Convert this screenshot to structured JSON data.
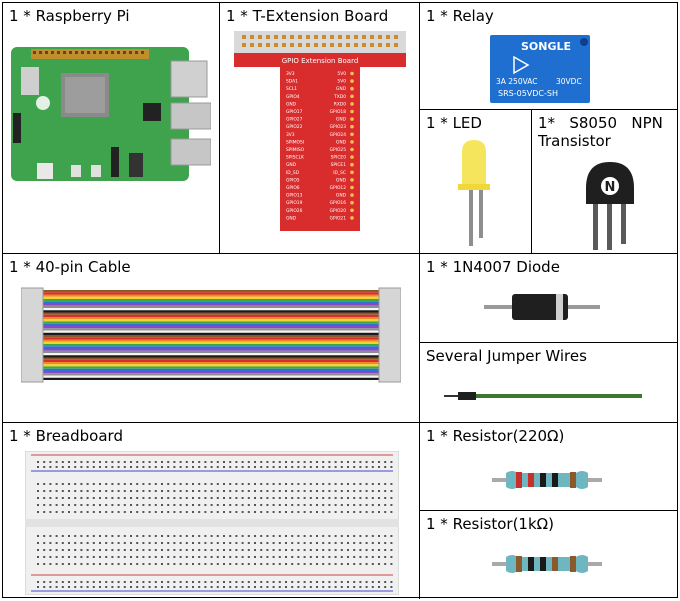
{
  "items": {
    "raspberry_pi": "1 * Raspberry Pi",
    "t_extension_board": "1 * T-Extension Board",
    "relay": "1 * Relay",
    "led": "1 * LED",
    "transistor": "1*   S8050   NPN Transistor",
    "cable": "1 * 40-pin Cable",
    "diode": "1 * 1N4007 Diode",
    "jumper_wires": "Several Jumper Wires",
    "breadboard": "1 * Breadboard",
    "resistor_220": "1 * Resistor(220Ω)",
    "resistor_1k": "1 * Resistor(1kΩ)"
  },
  "board_text": {
    "gpio_title": "GPIO Extension Board",
    "left_pins": [
      "3V3",
      "SDA1",
      "SCL1",
      "GPIO4",
      "GND",
      "GPIO17",
      "GPIO27",
      "GPIO22",
      "3V3",
      "SPIMOSI",
      "SPIMISO",
      "SPISCLK",
      "GND",
      "ID_SD",
      "GPIO5",
      "GPIO6",
      "GPIO13",
      "GPIO19",
      "GPIO26",
      "GND"
    ],
    "right_pins": [
      "5V0",
      "5V0",
      "GND",
      "TXD0",
      "RXD0",
      "GPIO18",
      "GND",
      "GPIO23",
      "GPIO24",
      "GND",
      "GPIO25",
      "SPICE0",
      "SPICE1",
      "ID_SC",
      "GND",
      "GPIO12",
      "GND",
      "GPIO16",
      "GPIO20",
      "GPIO21"
    ]
  },
  "relay_text": {
    "brand": "SONGLE",
    "rating": "3A 250VAC",
    "coil": "30VDC",
    "model": "SRS-05VDC-SH"
  },
  "transistor_mark": "N",
  "colors": {
    "pi_green": "#3fa34d",
    "board_red": "#d92d2d",
    "relay_blue": "#1f6fd1",
    "led_yellow": "#f4e24a"
  }
}
